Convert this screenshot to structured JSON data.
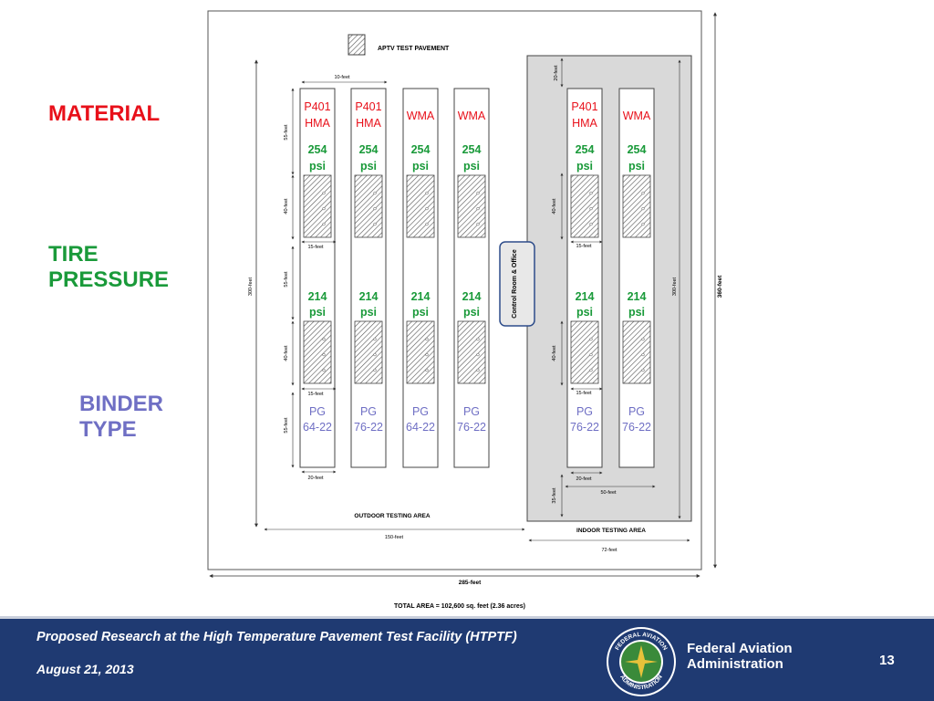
{
  "side_labels": {
    "material": "MATERIAL",
    "tire_pressure_1": "TIRE",
    "tire_pressure_2": "PRESSURE",
    "binder_1": "BINDER",
    "binder_2": "TYPE"
  },
  "legend": {
    "aptv": "APTV TEST PAVEMENT"
  },
  "dims": {
    "ten_feet": "10-feet",
    "twenty_feet_top": "20-feet",
    "fifty_five_1": "55-feet",
    "forty_1": "40-feet",
    "fifteen_1": "15-feet",
    "fifty_five_2": "55-feet",
    "forty_2": "40-feet",
    "fifteen_2": "15-feet",
    "fifty_five_3": "55-feet",
    "twenty_bottom_left": "20-feet",
    "three_hundred_left": "300-feet",
    "indoor_forty_1": "40-feet",
    "indoor_fifteen_1": "15-feet",
    "indoor_forty_2": "40-feet",
    "indoor_fifteen_2": "15-feet",
    "indoor_twenty": "20-feet",
    "indoor_fifty": "50-feet",
    "indoor_thirty_five": "35-feet",
    "indoor_three_hundred": "300-feet",
    "three_sixty": "360-feet",
    "one_fifty": "150-feet",
    "seventy_two": "72-feet",
    "two_eighty_five": "285-feet"
  },
  "areas": {
    "outdoor": "OUTDOOR TESTING AREA",
    "indoor": "INDOOR TESTING AREA",
    "control_room": "Control Room & Office"
  },
  "total_area": "TOTAL AREA = 102,600 sq. feet (2.36 acres)",
  "lanes": [
    {
      "mat1": "P401",
      "mat2": "HMA",
      "p1a": "254",
      "p1b": "psi",
      "p2a": "214",
      "p2b": "psi",
      "b1": "PG",
      "b2": "64-22"
    },
    {
      "mat1": "P401",
      "mat2": "HMA",
      "p1a": "254",
      "p1b": "psi",
      "p2a": "214",
      "p2b": "psi",
      "b1": "PG",
      "b2": "76-22"
    },
    {
      "mat1": "WMA",
      "mat2": "",
      "p1a": "254",
      "p1b": "psi",
      "p2a": "214",
      "p2b": "psi",
      "b1": "PG",
      "b2": "64-22"
    },
    {
      "mat1": "WMA",
      "mat2": "",
      "p1a": "254",
      "p1b": "psi",
      "p2a": "214",
      "p2b": "psi",
      "b1": "PG",
      "b2": "76-22"
    },
    {
      "mat1": "P401",
      "mat2": "HMA",
      "p1a": "254",
      "p1b": "psi",
      "p2a": "214",
      "p2b": "psi",
      "b1": "PG",
      "b2": "76-22"
    },
    {
      "mat1": "WMA",
      "mat2": "",
      "p1a": "254",
      "p1b": "psi",
      "p2a": "214",
      "p2b": "psi",
      "b1": "PG",
      "b2": "76-22"
    }
  ],
  "footer": {
    "title": "Proposed Research at the High Temperature Pavement Test Facility (HTPTF)",
    "date": "August 21, 2013",
    "agency_1": "Federal Aviation",
    "agency_2": "Administration",
    "page": "13",
    "seal_top": "FEDERAL AVIATION",
    "seal_bottom": "ADMINISTRATION"
  },
  "colors": {
    "material": "#e8101a",
    "pressure": "#1a9a3a",
    "binder": "#6f6fc4",
    "footer_bg": "#1f3a72",
    "indoor_bg": "#d9d9d9"
  }
}
